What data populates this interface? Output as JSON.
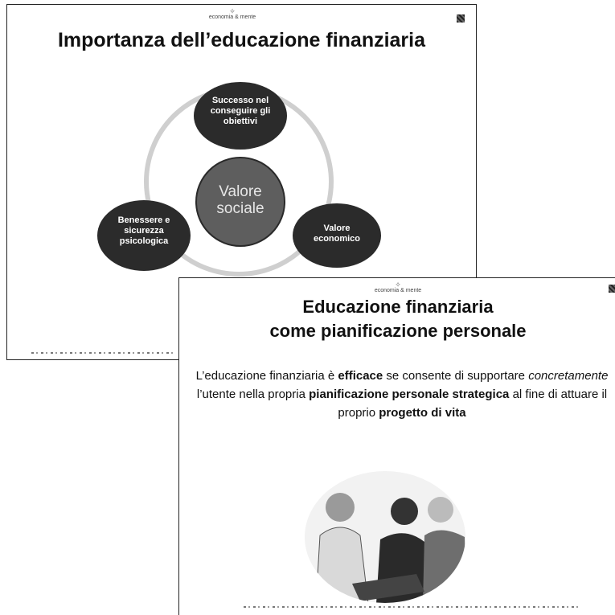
{
  "slide1": {
    "logo_text": "economia & mente",
    "title": "Importanza dell’educazione finanziaria",
    "cycle": {
      "top": "Successo nel conseguire gli obiettivi",
      "left": "Benessere e sicurezza psicologica",
      "right": "Valore economico",
      "center": "Valore sociale"
    }
  },
  "slide2": {
    "logo_text": "economia & mente",
    "title_line1": "Educazione finanziaria",
    "title_line2": "come pianificazione personale",
    "body": {
      "p1": "L’educazione finanziaria è",
      "p1_bold": "efficace",
      "p2": "se consente di supportare",
      "p2_italic": "concretamente",
      "p3": "l’utente nella propria",
      "p3_bold": "pianificazione personale strategica",
      "p4": "al fine di attuare il proprio",
      "p4_bold": "progetto di vita"
    },
    "photo_alt": "persone-anziane-consulenza"
  },
  "colors": {
    "ellipse_dark": "#2b2b2b",
    "ring": "#c8c8c8",
    "center_circle": "#5a5a5a"
  }
}
